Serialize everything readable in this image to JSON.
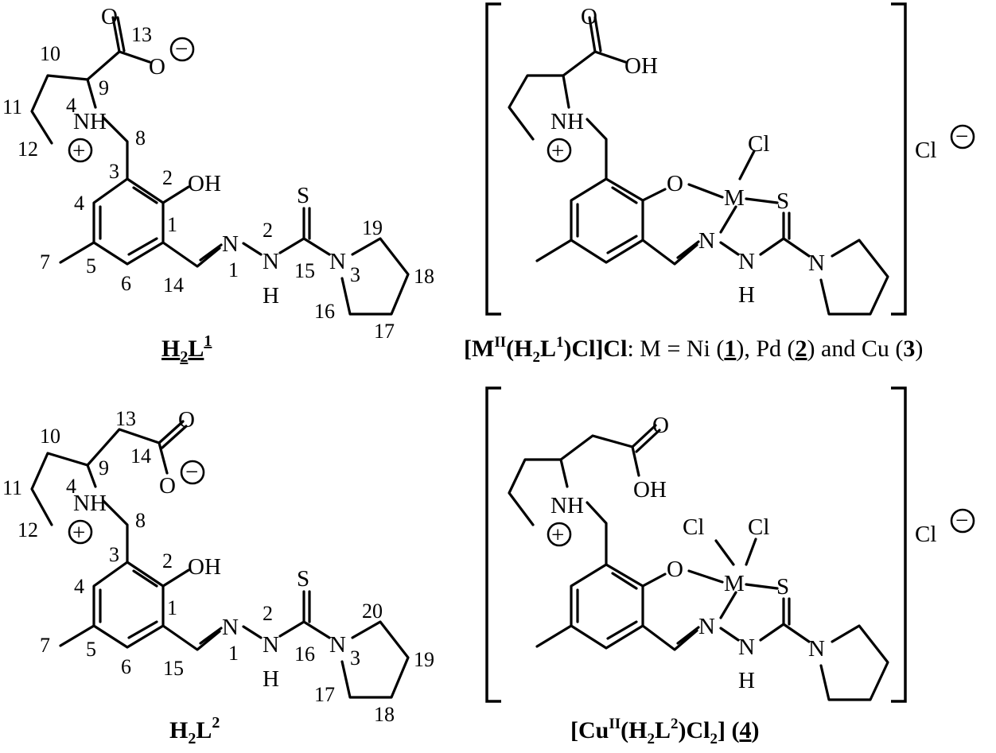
{
  "atoms": {
    "O": "O",
    "OH": "OH",
    "O_minus": "O",
    "NH": "NH",
    "N": "N",
    "H": "H",
    "S": "S",
    "Cl": "Cl",
    "M": "M",
    "plus": "+",
    "minus": "−"
  },
  "numbering_L1": [
    "13",
    "10",
    "9",
    "11",
    "4",
    "8",
    "12",
    "3",
    "2",
    "4",
    "1",
    "19",
    "2",
    "7",
    "5",
    "6",
    "14",
    "1",
    "15",
    "3",
    "18",
    "16",
    "17"
  ],
  "numbering_L2": [
    "13",
    "10",
    "14",
    "9",
    "11",
    "4",
    "12",
    "8",
    "3",
    "2",
    "4",
    "1",
    "20",
    "2",
    "7",
    "5",
    "6",
    "15",
    "1",
    "16",
    "3",
    "19",
    "17",
    "18"
  ],
  "captions": {
    "h2l1": {
      "a": "H",
      "sub": "2",
      "b": "L",
      "sup": "1"
    },
    "h2l2": {
      "a": "H",
      "sub": "2",
      "b": "L",
      "sup": "2"
    },
    "complex1": {
      "bracket_open": "[M",
      "ox": "II",
      "paren": "(H",
      "sub": "2",
      "l": "L",
      "sup": "1",
      "tail": ")Cl]Cl",
      "rest": ": M = Ni (",
      "n1": "1",
      "mid1": "), Pd (",
      "n2": "2",
      "mid2": ") and Cu (",
      "n3": "3",
      "end": ")"
    },
    "complex2": {
      "open": "[Cu",
      "ox": "II",
      "paren": "(H",
      "sub": "2",
      "l": "L",
      "sup": "2",
      "mid": ")Cl",
      "sub2": "2",
      "close": "] (",
      "n": "4",
      "end": ")"
    }
  },
  "counterion": {
    "label": "Cl"
  }
}
